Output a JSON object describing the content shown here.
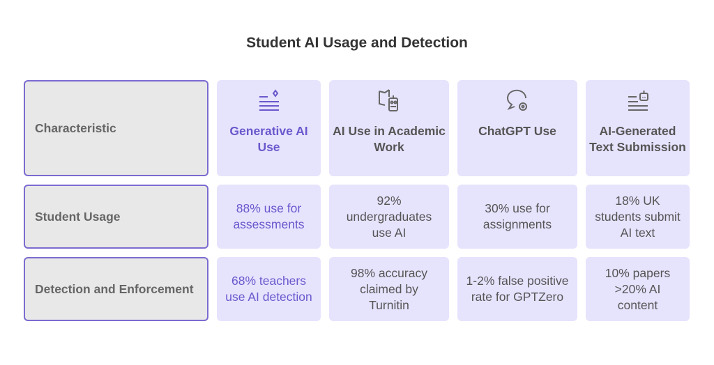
{
  "title": "Student AI Usage and Detection",
  "rows": [
    {
      "label": "Characteristic",
      "cells": [
        "Generative AI Use",
        "AI Use in Academic Work",
        "ChatGPT Use",
        "AI-Generated Text Submission"
      ]
    },
    {
      "label": "Student Usage",
      "cells": [
        "88% use for assessments",
        "92% undergraduates use AI",
        "30% use for assignments",
        "18% UK students submit AI text"
      ]
    },
    {
      "label": "Detection and Enforcement",
      "cells": [
        "68% teachers use AI detection",
        "98% accuracy claimed by Turnitin",
        "1-2% false positive rate for GPTZero",
        "10% papers >20% AI content"
      ]
    }
  ],
  "icons": [
    "sparkle-text-icon",
    "book-robot-icon",
    "chat-gear-icon",
    "text-robot-icon"
  ],
  "colors": {
    "accent": "#6a58cc",
    "cell_bg": "#e6e3fd",
    "row_header_bg": "#e8e8e8"
  }
}
